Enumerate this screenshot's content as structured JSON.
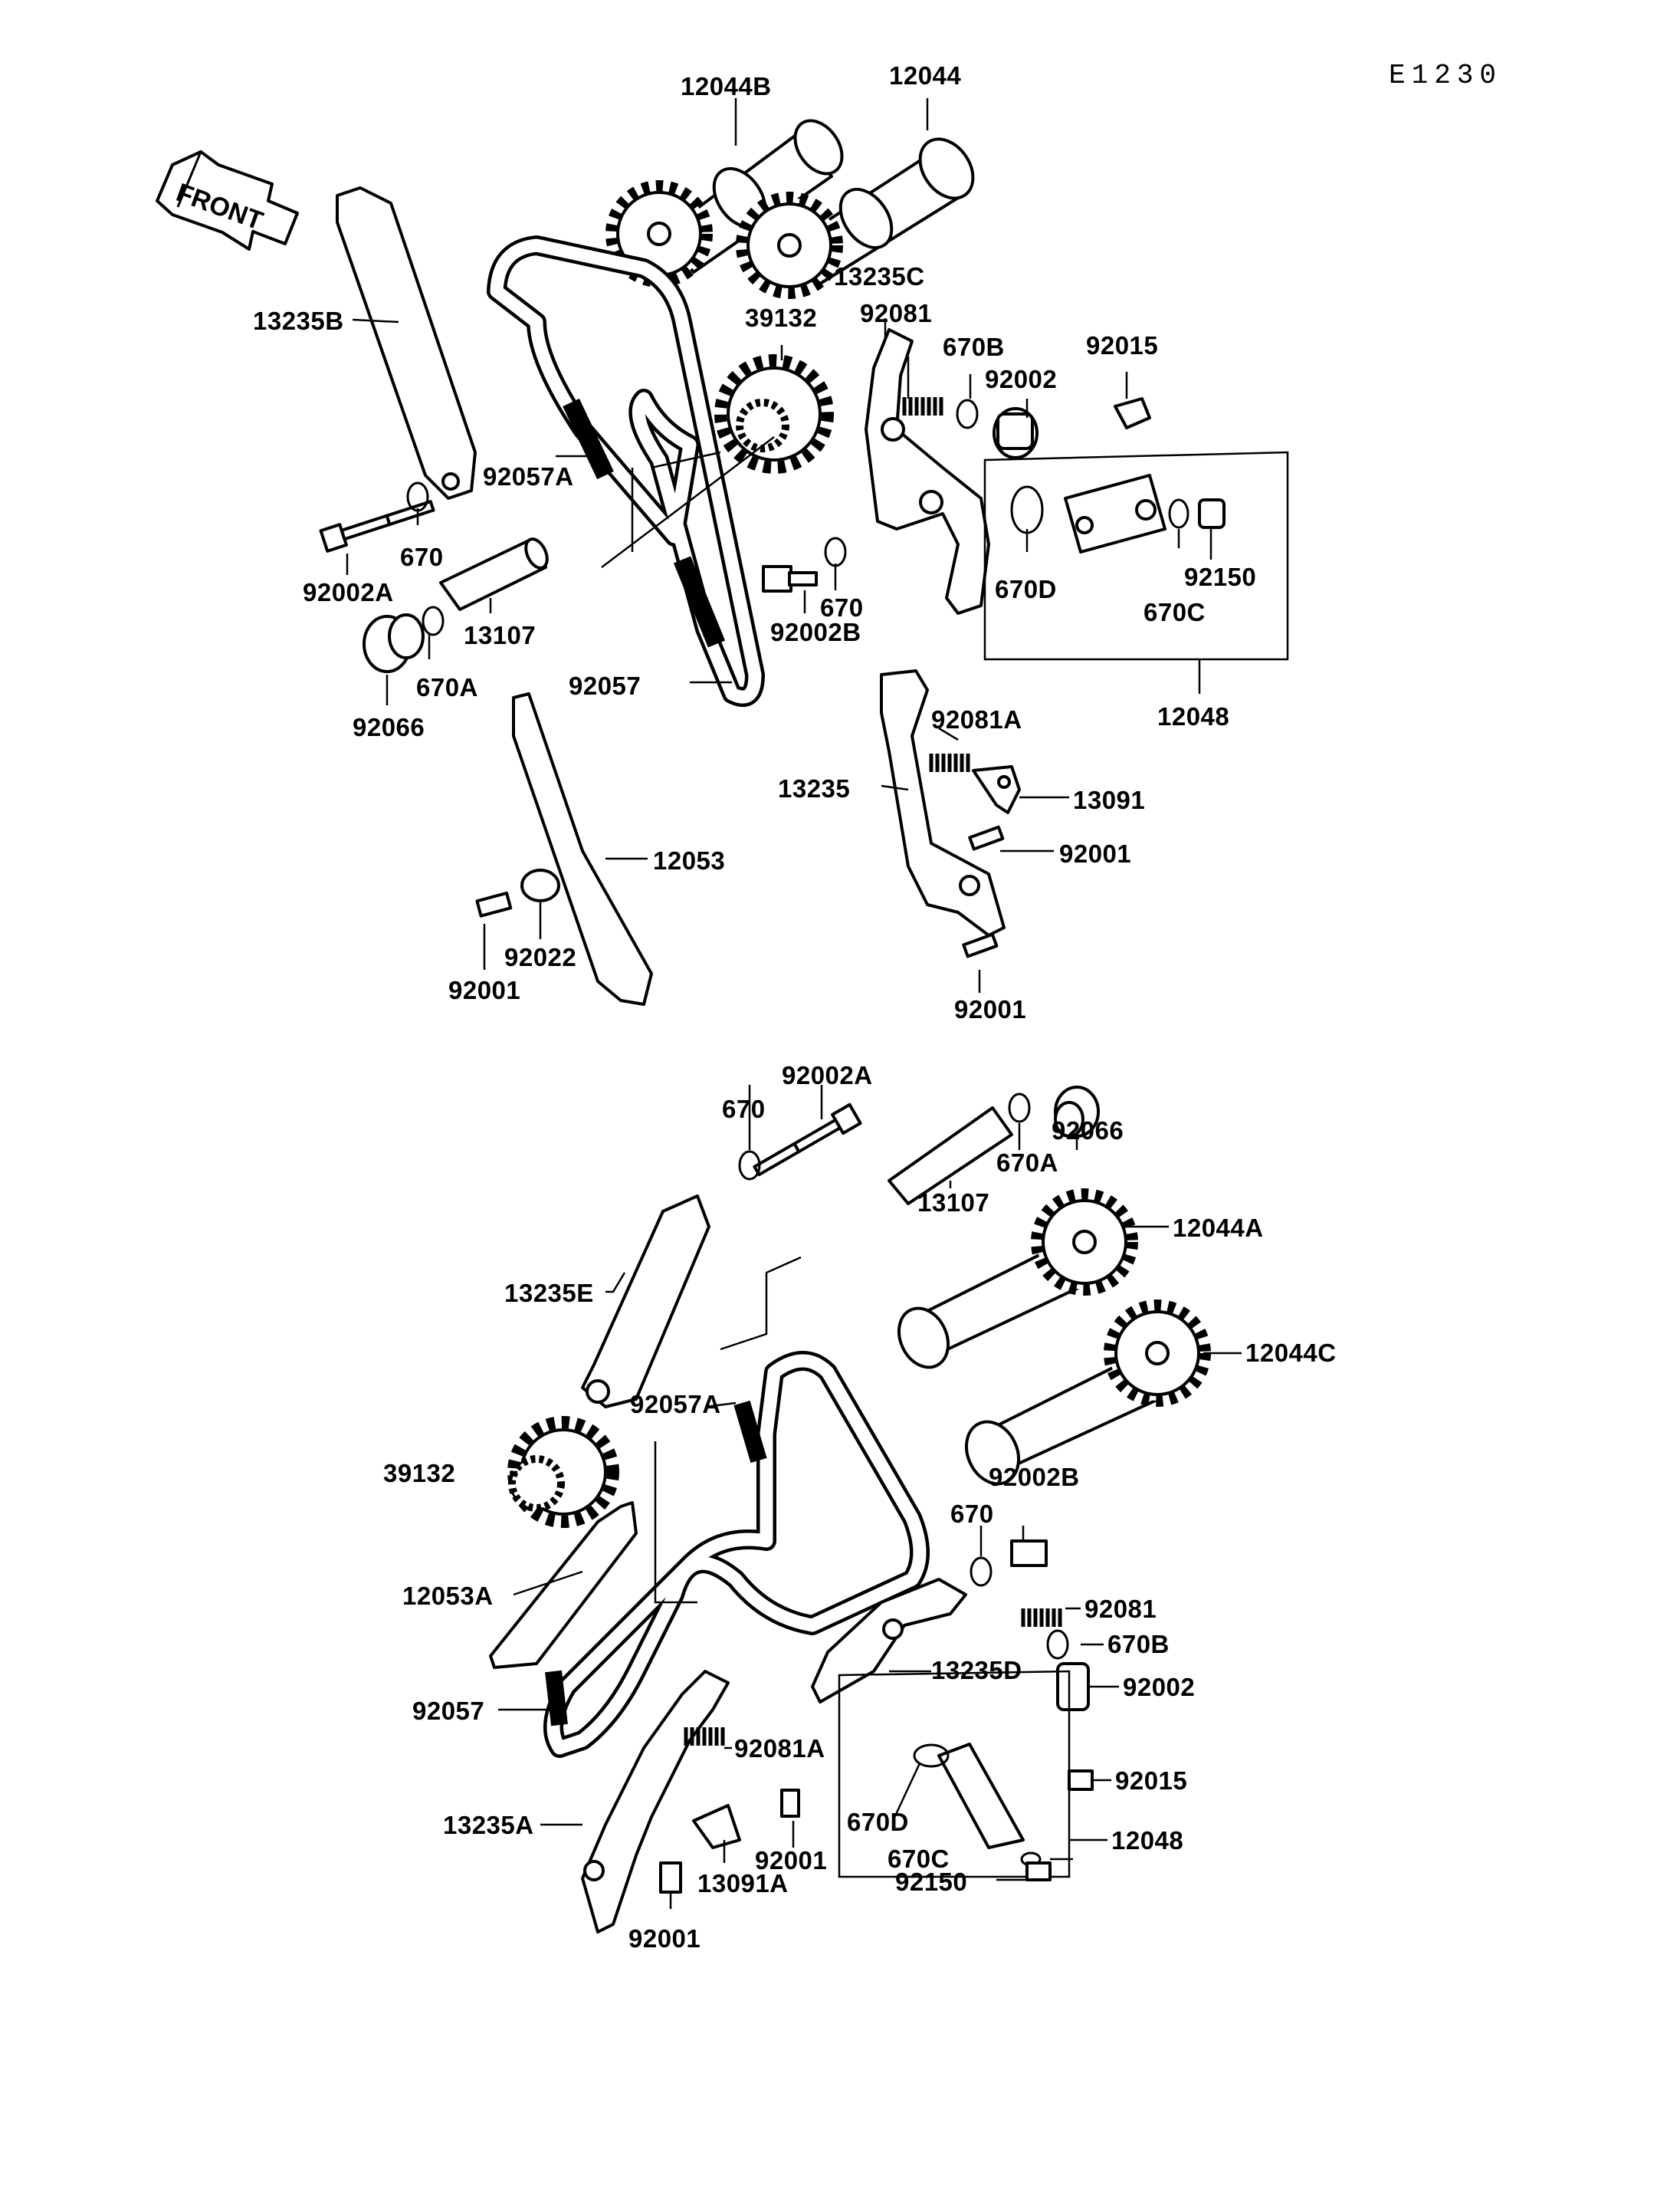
{
  "figure_code": "E1230",
  "front_label": "FRONT",
  "labels": {
    "l_12044B": "12044B",
    "l_12044": "12044",
    "l_13235C": "13235C",
    "l_92081": "92081",
    "l_39132": "39132",
    "l_670B": "670B",
    "l_92015": "92015",
    "l_92002": "92002",
    "l_13235B": "13235B",
    "l_92057A": "92057A",
    "l_670": "670",
    "l_92002A": "92002A",
    "l_13107": "13107",
    "l_670A": "670A",
    "l_92066": "92066",
    "l_670_b": "670",
    "l_92002B": "92002B",
    "l_670D": "670D",
    "l_670C": "670C",
    "l_92150": "92150",
    "l_92057": "92057",
    "l_12048": "12048",
    "l_92081A": "92081A",
    "l_13235": "13235",
    "l_13091": "13091",
    "l_92001_a": "92001",
    "l_12053": "12053",
    "l_92022": "92022",
    "l_92001_b": "92001",
    "l_92001_c": "92001",
    "l2_92002A": "92002A",
    "l2_670": "670",
    "l2_92066": "92066",
    "l2_670A": "670A",
    "l2_13107": "13107",
    "l2_12044A": "12044A",
    "l2_13235E": "13235E",
    "l2_12044C": "12044C",
    "l2_92057A": "92057A",
    "l2_39132": "39132",
    "l2_92002B": "92002B",
    "l2_670b": "670",
    "l2_12053A": "12053A",
    "l2_92081": "92081",
    "l2_670B": "670B",
    "l2_13235D": "13235D",
    "l2_92002": "92002",
    "l2_92057": "92057",
    "l2_92081A": "92081A",
    "l2_92015": "92015",
    "l2_13235A": "13235A",
    "l2_670D": "670D",
    "l2_12048": "12048",
    "l2_92001a": "92001",
    "l2_670C": "670C",
    "l2_13091A": "13091A",
    "l2_92150": "92150",
    "l2_92001b": "92001"
  }
}
